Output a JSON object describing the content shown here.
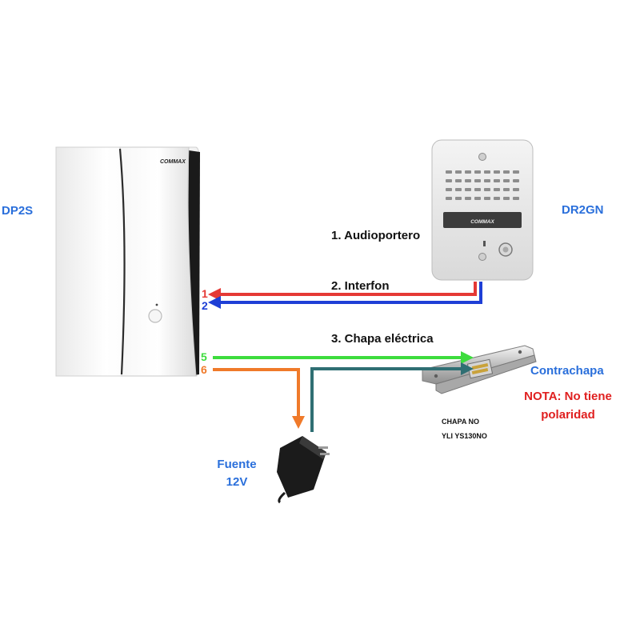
{
  "labels": {
    "handset": "DP2S",
    "door_station": "DR2GN",
    "brand": "COMMAX",
    "strike": "Contrachapa",
    "supply_line1": "Fuente",
    "supply_line2": "12V",
    "note_line1": "NOTA: No tiene",
    "note_line2": "polaridad",
    "strike_model_line1": "CHAPA NO",
    "strike_model_line2": "YLI YS130NO"
  },
  "connections": {
    "audio": "1. Audioportero",
    "intercom": "2. Interfon",
    "lock": "3.  Chapa eléctrica"
  },
  "terminals": [
    "1",
    "2",
    "5",
    "6"
  ],
  "colors": {
    "label_blue": "#2a6fdb",
    "note_red": "#e02020",
    "wire_red": "#e53935",
    "wire_blue": "#1e3fd6",
    "wire_green": "#3ddc3d",
    "wire_orange": "#f07a2a",
    "wire_teal": "#2f6f73",
    "terminal_red": "#e53935",
    "terminal_blue": "#1e3fd6",
    "terminal_green": "#3ddc3d",
    "terminal_orange": "#f07a2a"
  }
}
